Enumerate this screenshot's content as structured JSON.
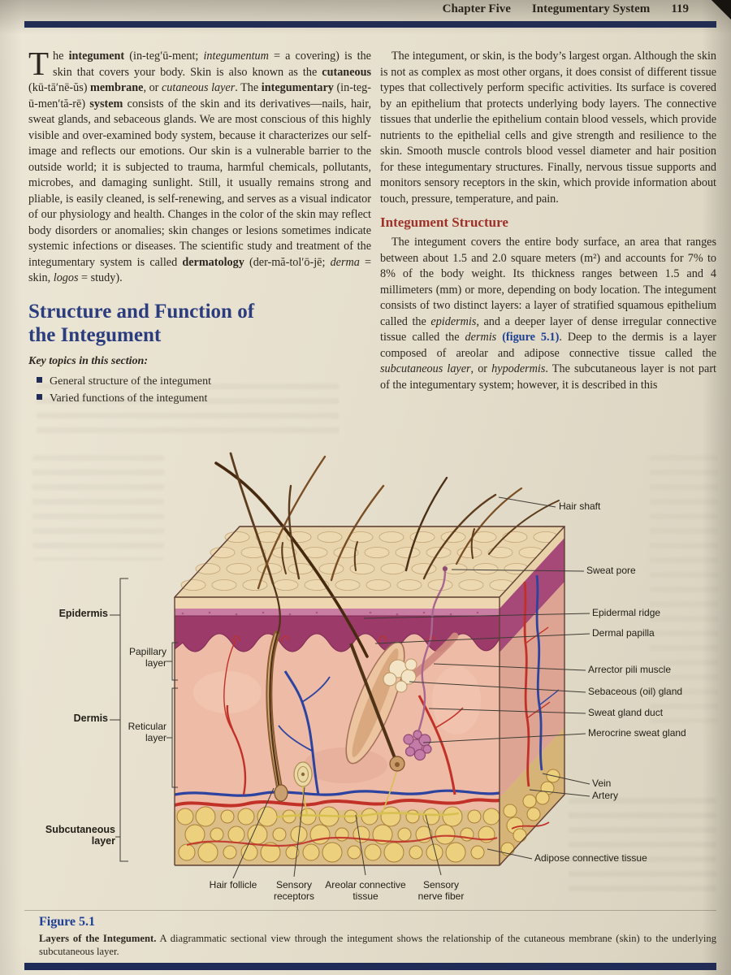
{
  "colors": {
    "navy_bar": "#202c58",
    "heading_blue": "#2c3d7e",
    "heading_maroon": "#9e3129",
    "figure_blue": "#1d3f94",
    "body_text": "#2c2720"
  },
  "header": {
    "chapter": "Chapter Five",
    "section": "Integumentary System",
    "page_number": "119"
  },
  "left_column": {
    "drop_cap": "T",
    "intro": [
      {
        "t": "he "
      },
      {
        "t": "integument",
        "b": true
      },
      {
        "t": " (in-teg′ū-ment; "
      },
      {
        "t": "integumentum",
        "i": true
      },
      {
        "t": " = a covering) is the skin that covers your body. Skin is also known as the "
      },
      {
        "t": "cutaneous",
        "b": true
      },
      {
        "t": " (kū-tā′nē-ŭs) "
      },
      {
        "t": "membrane",
        "b": true
      },
      {
        "t": ", or "
      },
      {
        "t": "cutaneous layer",
        "i": true
      },
      {
        "t": ". The "
      },
      {
        "t": "integumentary",
        "b": true
      },
      {
        "t": " (in-teg-ū-men′tă-rē) "
      },
      {
        "t": "system",
        "b": true
      },
      {
        "t": " consists of the skin and its derivatives—nails, hair, sweat glands, and sebaceous glands. We are most conscious of this highly visible and over-examined body system, because it characterizes our self-image and reflects our emotions. Our skin is a vulnerable barrier to the outside world; it is subjected to trauma, harmful chemicals, pollutants, microbes, and damaging sunlight. Still, it usually remains strong and pliable, is easily cleaned, is self-renewing, and serves as a visual indicator of our physiology and health. Changes in the color of the skin may reflect body disorders or anomalies; skin changes or lesions sometimes indicate systemic infections or diseases. The scientific study and treatment of the integumentary system is called "
      },
      {
        "t": "dermatology",
        "b": true
      },
      {
        "t": " (der-mă-tol′ō-jē; "
      },
      {
        "t": "derma",
        "i": true
      },
      {
        "t": " = skin, "
      },
      {
        "t": "logos",
        "i": true
      },
      {
        "t": " = study)."
      }
    ],
    "heading": "Structure and Function of the Integument",
    "key_topics_label": "Key topics in this section:",
    "key_topics": [
      "General structure of the integument",
      "Varied functions of the integument"
    ]
  },
  "right_column": {
    "para1": "The integument, or skin, is the body’s largest organ. Although the skin is not as complex as most other organs, it does consist of different tissue types that collectively perform specific activities. Its surface is covered by an epithelium that protects underlying body layers. The connective tissues that underlie the epithelium contain blood vessels, which provide nutrients to the epithelial cells and give strength and resilience to the skin. Smooth muscle controls blood vessel diameter and hair position for these integumentary structures. Finally, nervous tissue supports and monitors sensory receptors in the skin, which provide information about touch, pressure, temperature, and pain.",
    "heading": "Integument Structure",
    "para2": [
      {
        "t": "The integument covers the entire body surface, an area that ranges between about 1.5 and 2.0 square meters (m²) and accounts for 7% to 8% of the body weight. Its thickness ranges between 1.5 and 4 millimeters (mm) or more, depending on body location. The integument consists of two distinct layers: a layer of stratified squamous epithelium called the "
      },
      {
        "t": "epidermis",
        "i": true
      },
      {
        "t": ", and a deeper layer of dense irregular connective tissue called the "
      },
      {
        "t": "dermis",
        "i": true
      },
      {
        "t": " "
      },
      {
        "t": "(figure 5.1)",
        "b": true,
        "c": "#1d3f94"
      },
      {
        "t": ". Deep to the dermis is a layer composed of areolar and adipose connective tissue called the "
      },
      {
        "t": "subcutaneous layer",
        "i": true
      },
      {
        "t": ", or "
      },
      {
        "t": "hypodermis",
        "i": true
      },
      {
        "t": ". The subcutaneous layer is not part of the integumentary system; however, it is described in this"
      }
    ]
  },
  "figure": {
    "labels_left": [
      "Epidermis",
      "Papillary layer",
      "Dermis",
      "Reticular layer",
      "Subcutaneous layer"
    ],
    "labels_right": [
      "Hair shaft",
      "Sweat pore",
      "Epidermal ridge",
      "Dermal papilla",
      "Arrector pili muscle",
      "Sebaceous (oil) gland",
      "Sweat gland duct",
      "Merocrine sweat gland",
      "Vein",
      "Artery",
      "Adipose connective tissue"
    ],
    "labels_bottom": [
      "Hair follicle",
      "Sensory receptors",
      "Areolar connective tissue",
      "Sensory nerve fiber"
    ],
    "caption_label": "Figure 5.1",
    "caption": [
      {
        "t": "Layers of the Integument.",
        "b": true
      },
      {
        "t": "  A diagrammatic sectional view through the integument shows the relationship of the cutaneous membrane (skin) to the underlying subcutaneous layer."
      }
    ]
  }
}
